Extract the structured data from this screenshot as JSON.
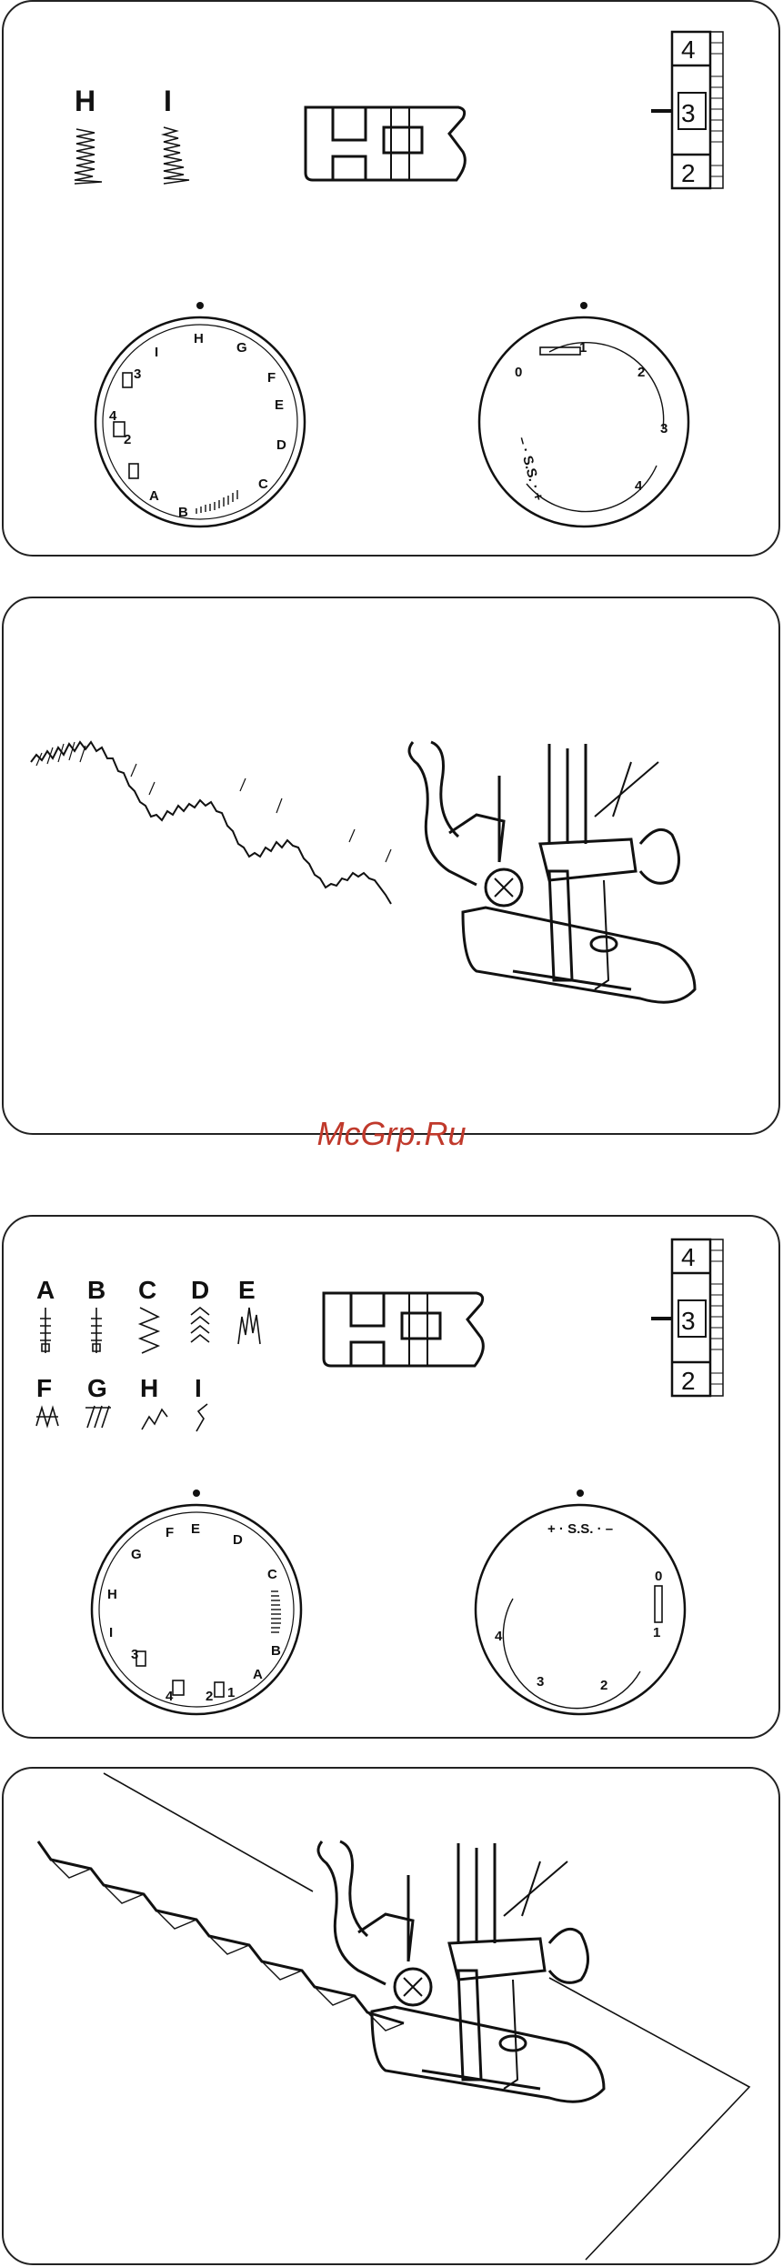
{
  "panel1": {
    "stitches": [
      {
        "letter": "H"
      },
      {
        "letter": "I"
      }
    ],
    "dial_left": {
      "letters": [
        "I",
        "H",
        "G",
        "F",
        "E",
        "D",
        "C",
        "B",
        "A"
      ],
      "marks": [
        "3",
        "4",
        "2"
      ]
    },
    "dial_right": {
      "numbers": [
        "0",
        "1",
        "2",
        "3",
        "4"
      ],
      "ss": "– · S.S. · +"
    },
    "width_scale": [
      "4",
      "3",
      "2"
    ]
  },
  "panel3": {
    "stitches": [
      {
        "letter": "A"
      },
      {
        "letter": "B"
      },
      {
        "letter": "C"
      },
      {
        "letter": "D"
      },
      {
        "letter": "E"
      },
      {
        "letter": "F"
      },
      {
        "letter": "G"
      },
      {
        "letter": "H"
      },
      {
        "letter": "I"
      }
    ],
    "dial_left": {
      "letters": [
        "I",
        "H",
        "G",
        "F",
        "E",
        "D",
        "C",
        "B",
        "A"
      ],
      "marks": [
        "3",
        "4",
        "2",
        "1"
      ]
    },
    "dial_right": {
      "numbers": [
        "0",
        "1",
        "2",
        "3",
        "4"
      ],
      "ss": "+ · S.S. · –"
    },
    "width_scale": [
      "4",
      "3",
      "2"
    ]
  },
  "watermark": "McGrp.Ru"
}
